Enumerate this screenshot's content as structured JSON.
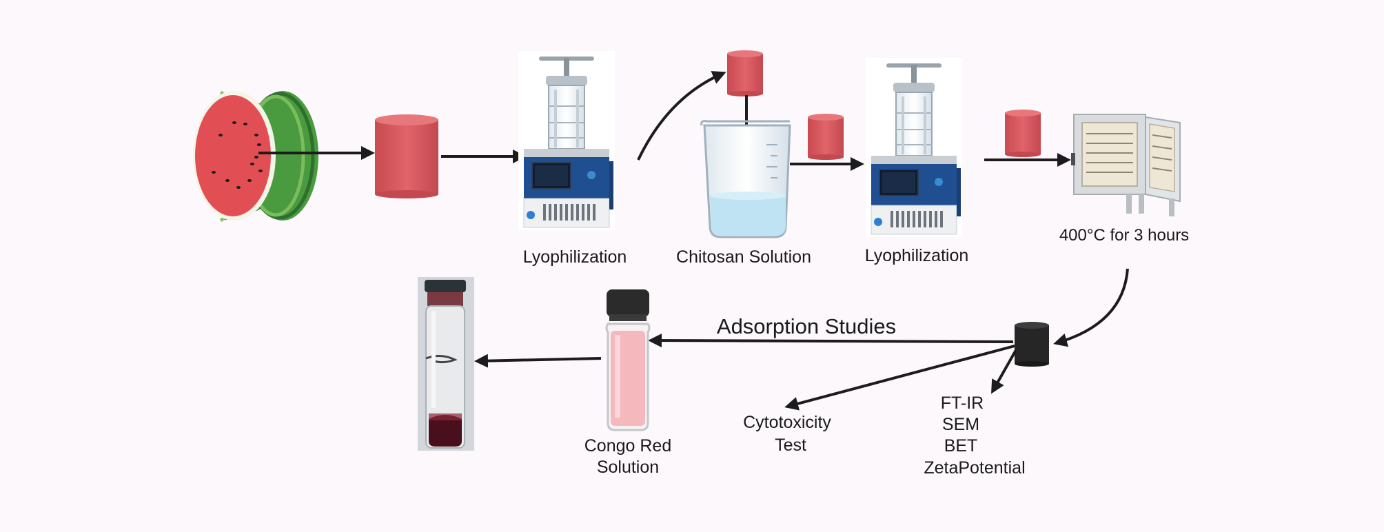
{
  "labels": {
    "lyophilization_1": "Lyophilization",
    "chitosan_solution": "Chitosan Solution",
    "lyophilization_2": "Lyophilization",
    "furnace_condition": "400°C for 3 hours",
    "adsorption_studies": "Adsorption Studies",
    "congo_red_line1": "Congo Red",
    "congo_red_line2": "Solution",
    "cytotoxicity_line1": "Cytotoxicity",
    "cytotoxicity_line2": "Test",
    "char_line1": "FT-IR",
    "char_line2": "SEM",
    "char_line3": "BET",
    "char_line4": "ZetaPotential"
  },
  "colors": {
    "background": "#fcf8fb",
    "sample_block": "#d9585f",
    "biochar_block": "#262626",
    "freeze_dryer_panel": "#1f4f91",
    "chitosan_liquid": "#bfe3f2",
    "congo_red_liquid": "#f4b8bd",
    "watermelon_flesh": "#e14f55",
    "watermelon_rind": "#3f8f3c",
    "arrow": "#1c1c1c"
  }
}
